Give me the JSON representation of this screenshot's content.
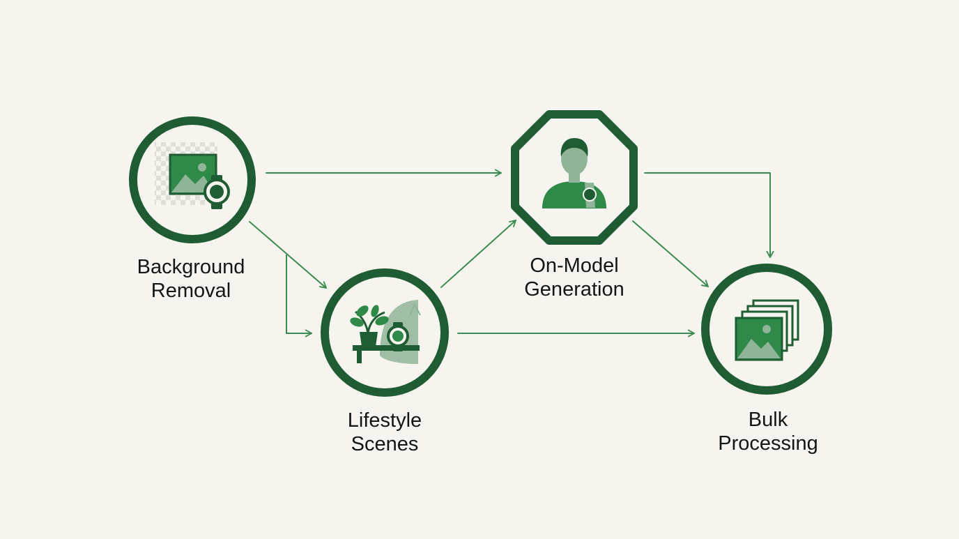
{
  "colors": {
    "background": "#f6f4ee",
    "primary": "#1f5c33",
    "accent": "#2f8a49",
    "muted": "#8fb498",
    "arrow": "#3d8a52"
  },
  "nodes": {
    "background_removal": {
      "shape": "circle",
      "icon": "image-with-watch-icon",
      "label_line1": "Background",
      "label_line2": "Removal"
    },
    "on_model_generation": {
      "shape": "octagon",
      "icon": "person-with-watch-icon",
      "label_line1": "On-Model",
      "label_line2": "Generation"
    },
    "lifestyle_scenes": {
      "shape": "circle",
      "icon": "plant-shelf-watch-icon",
      "label_line1": "Lifestyle",
      "label_line2": "Scenes"
    },
    "bulk_processing": {
      "shape": "circle",
      "icon": "stacked-images-icon",
      "label_line1": "Bulk",
      "label_line2": "Processing"
    }
  },
  "edges": [
    {
      "from": "Background Removal",
      "to": "On-Model Generation"
    },
    {
      "from": "Background Removal",
      "to": "Lifestyle Scenes"
    },
    {
      "from": "Lifestyle Scenes",
      "to": "On-Model Generation"
    },
    {
      "from": "Lifestyle Scenes",
      "to": "Bulk Processing"
    },
    {
      "from": "On-Model Generation",
      "to": "Bulk Processing"
    }
  ]
}
